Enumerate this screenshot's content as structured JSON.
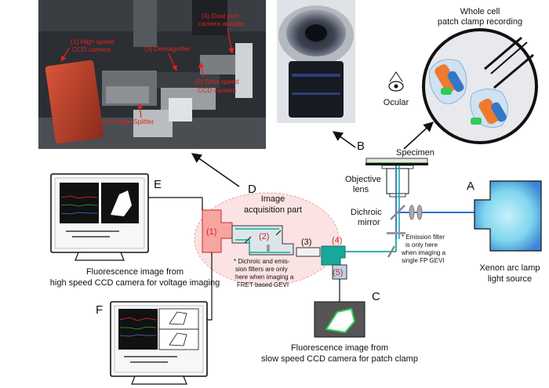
{
  "photo1": {
    "labels": {
      "high_speed_1": "(1) High speed",
      "high_speed_2": "CCD camera",
      "demagnifier": "(3) Demagnifier",
      "dual_port_1": "(4) Dual port",
      "dual_port_2": "camera adapter",
      "slow_speed_1": "(5) Slow speed",
      "slow_speed_2": "CCD camera",
      "image_splitter": "(2) Image Splitter"
    }
  },
  "whole_cell": {
    "line1": "Whole cell",
    "line2": "patch clamp recording"
  },
  "ocular": "Ocular",
  "panel_letters": {
    "A": "A",
    "B": "B",
    "C": "C",
    "D": "D",
    "E": "E",
    "F": "F"
  },
  "specimen": "Specimen",
  "objective": {
    "line1": "Objective",
    "line2": "lens"
  },
  "dichroic": {
    "line1": "Dichroic",
    "line2": "mirror"
  },
  "emission_note": {
    "l1": "* Emission filter",
    "l2": "is only here",
    "l3": "when imaging a",
    "l4": "single FP GEVI"
  },
  "xenon": {
    "line1": "Xenon arc lamp",
    "line2": "light source"
  },
  "acquisition": {
    "line1": "Image",
    "line2": "acquisition part"
  },
  "parts": {
    "p1": "(1)",
    "p2": "(2)",
    "p3": "(3)",
    "p4": "(4)",
    "p5": "(5)"
  },
  "fret_note": {
    "l1": "* Dichroic and emis-",
    "l2": "sion filters are only",
    "l3": "here when imaging a",
    "l4": "FRET based GEVI"
  },
  "caption_e": {
    "line1": "Fluorescence image from",
    "line2": "high speed CCD camera for voltage imaging"
  },
  "caption_c": {
    "line1": "Fluorescence image from",
    "line2": "slow speed CCD camera for patch clamp"
  },
  "colors": {
    "red_label": "#d0242a",
    "teal_path": "#1aa89a",
    "lamp_blue": "#7fd6ee",
    "pink_part": "#f6a5a0",
    "oval_fill": "#fbe3e3"
  }
}
